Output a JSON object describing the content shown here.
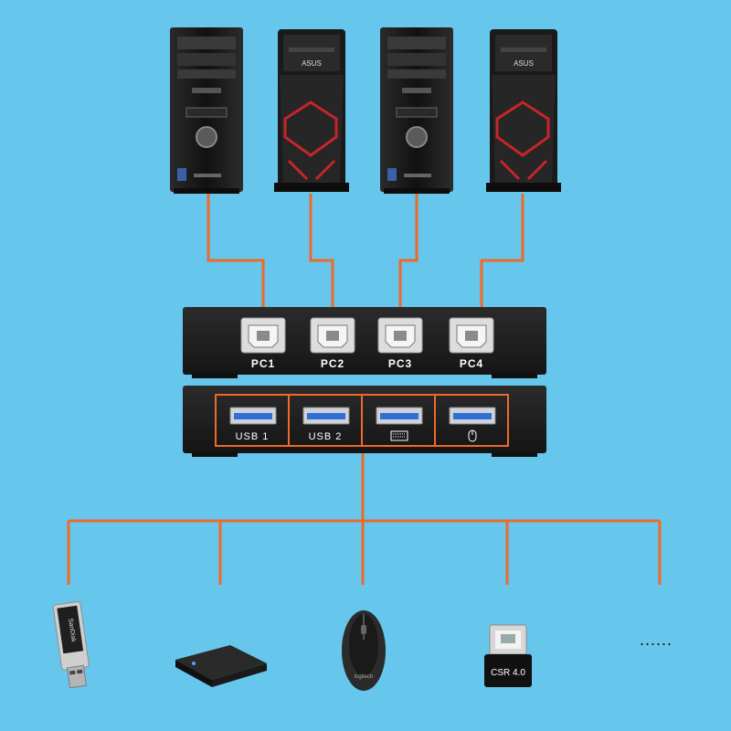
{
  "computers": [
    {
      "brand_text": "",
      "style": "black-tower"
    },
    {
      "brand_text": "ASUS",
      "style": "gaming-tower"
    },
    {
      "brand_text": "",
      "style": "black-tower"
    },
    {
      "brand_text": "ASUS",
      "style": "gaming-tower"
    }
  ],
  "switch": {
    "pc_ports": [
      "PC1",
      "PC2",
      "PC3",
      "PC4"
    ],
    "usb_ports": [
      "USB 1",
      "USB 2",
      "",
      ""
    ],
    "usb_port_icons": [
      "",
      "",
      "keyboard-icon",
      "mouse-icon"
    ]
  },
  "devices": [
    {
      "name": "usb-flash-drive",
      "label": "SanDisk"
    },
    {
      "name": "external-hard-drive",
      "label": ""
    },
    {
      "name": "mouse",
      "label": "logitech"
    },
    {
      "name": "bluetooth-adapter",
      "label": "CSR 4.0"
    },
    {
      "name": "more-devices",
      "label": "......"
    }
  ],
  "colors": {
    "background": "#66c6ec",
    "cable": "#ee6a2a",
    "device_body": "#1c1c1c",
    "accent_red": "#c8242a",
    "usb3_blue": "#2f6fd6"
  }
}
